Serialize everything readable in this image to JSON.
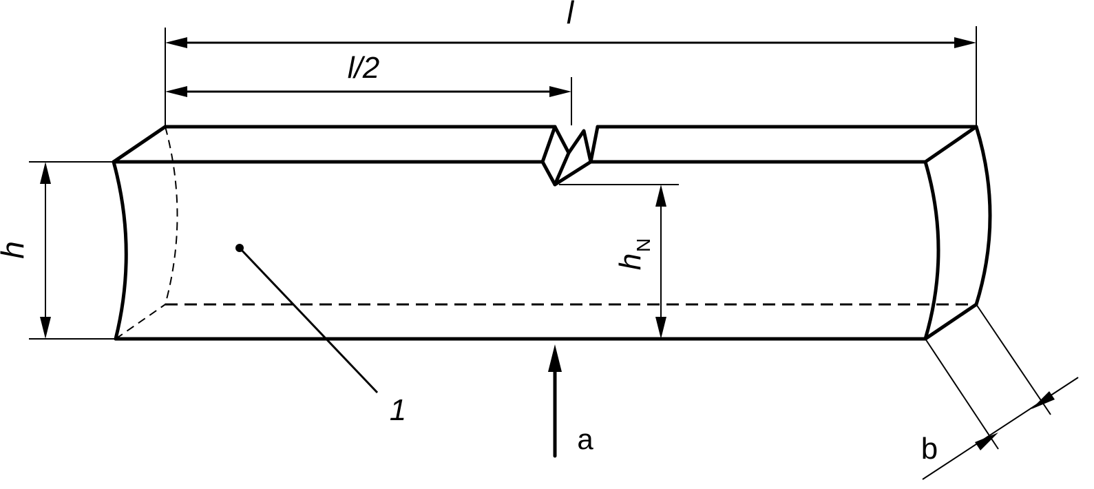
{
  "labels": {
    "length": "l",
    "half_length": "l/2",
    "height": "h",
    "notch_height": "h",
    "notch_height_subscript": "N",
    "part_number": "1",
    "direction": "a",
    "width": "b"
  }
}
